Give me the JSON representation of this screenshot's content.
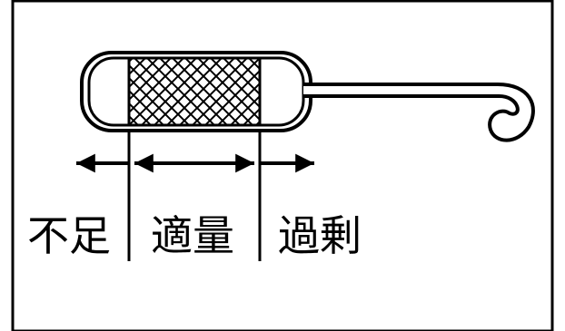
{
  "diagram": {
    "labels": {
      "insufficient": "不足",
      "proper": "適量",
      "excess": "過剰"
    },
    "colors": {
      "line": "#000000",
      "background": "#ffffff"
    }
  }
}
